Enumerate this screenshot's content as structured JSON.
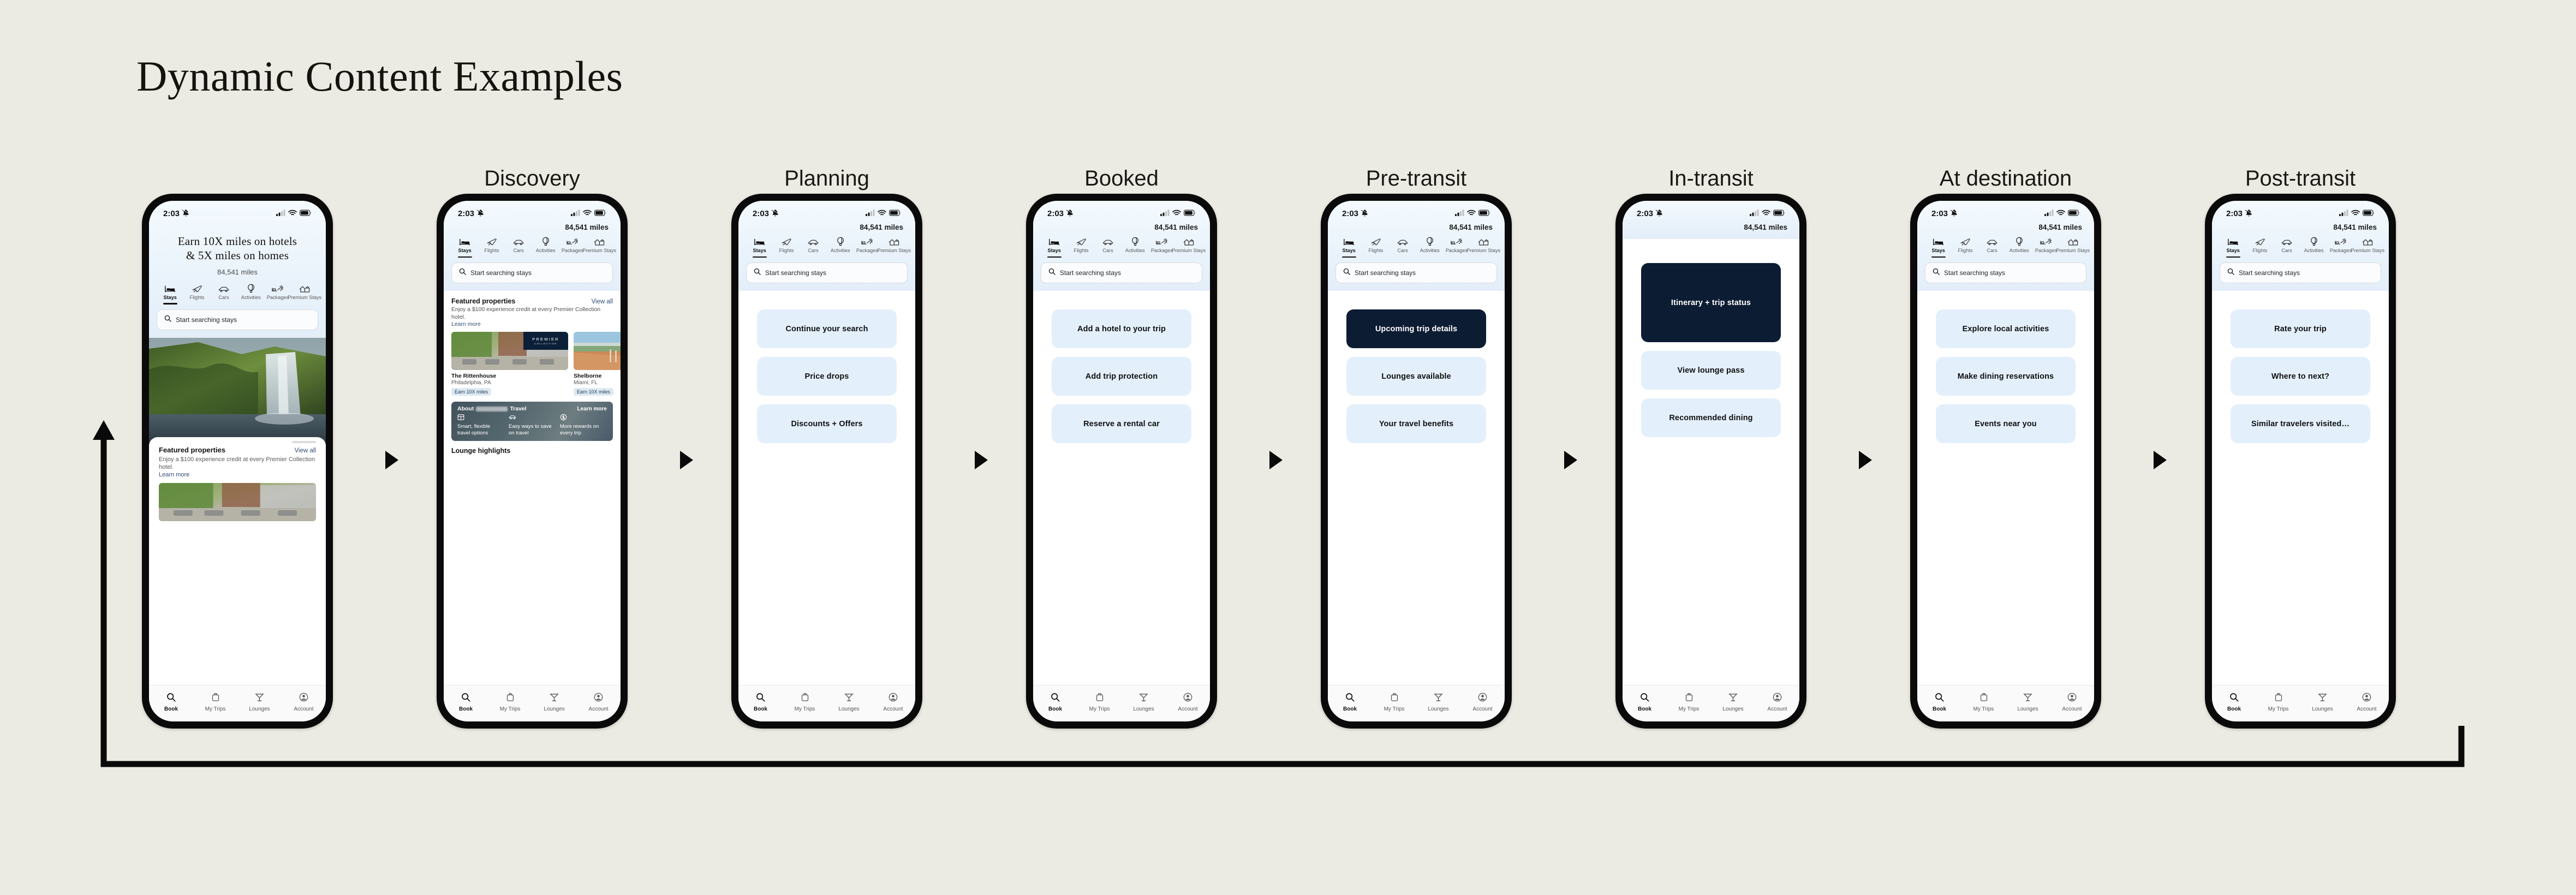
{
  "page": {
    "title": "Dynamic Content Examples",
    "background": "#ecebe3",
    "accent_dark": "#0b1c33",
    "chip_bg": "#e3f0fb"
  },
  "status_bar": {
    "time": "2:03",
    "silent_icon": "bell-slash-icon",
    "cellular_icon": "cellular-bars-icon",
    "wifi_icon": "wifi-icon",
    "battery_icon": "battery-icon"
  },
  "miles": {
    "balance": "84,541 miles",
    "balance_plain": "84,541 miles"
  },
  "hero": {
    "line1": "Earn 10X miles on hotels",
    "line2": "& 5X miles on homes",
    "miles": "84,541 miles"
  },
  "tabs": [
    {
      "label": "Stays",
      "icon": "bed-icon",
      "active": true
    },
    {
      "label": "Flights",
      "icon": "airplane-icon",
      "active": false
    },
    {
      "label": "Cars",
      "icon": "car-icon",
      "active": false
    },
    {
      "label": "Activities",
      "icon": "balloon-icon",
      "active": false
    },
    {
      "label": "Packages",
      "icon": "package-icon",
      "active": false
    },
    {
      "label": "Premium Stays",
      "icon": "premium-icon",
      "active": false
    }
  ],
  "search": {
    "placeholder": "Start searching stays",
    "icon": "search-icon"
  },
  "bottom_nav": [
    {
      "label": "Book",
      "icon": "search-icon",
      "active": true
    },
    {
      "label": "My Trips",
      "icon": "suitcase-icon",
      "active": false
    },
    {
      "label": "Lounges",
      "icon": "cocktail-icon",
      "active": false
    },
    {
      "label": "Account",
      "icon": "person-icon",
      "active": false
    }
  ],
  "featured": {
    "title": "Featured properties",
    "view_all": "View all",
    "subtitle": "Enjoy a $100 experience credit at every Premier Collection hotel.",
    "learn_more": "Learn more",
    "properties": [
      {
        "name": "The Rittenhouse",
        "city": "Philadelphia, PA",
        "pill": "Earn 10X miles",
        "badge_line1": "PREMIER",
        "badge_line2": "COLLECTION"
      },
      {
        "name": "Shelborne",
        "city": "Miami, FL",
        "pill": "Earn 10X miles",
        "badge_line1": "",
        "badge_line2": ""
      }
    ]
  },
  "about_banner": {
    "title_prefix": "About",
    "title_suffix": "Travel",
    "learn_more": "Learn more",
    "columns": [
      {
        "icon": "window-icon",
        "text": "Smart, flexible travel options"
      },
      {
        "icon": "savings-icon",
        "text": "Easy ways to save on travel"
      },
      {
        "icon": "dollar-icon",
        "text": "More rewards on every trip"
      }
    ]
  },
  "lounge_highlights": {
    "title": "Lounge highlights"
  },
  "stages": [
    {
      "label": "",
      "kind": "home",
      "has_hero": true,
      "has_tabs": true,
      "has_search": true
    },
    {
      "label": "Discovery",
      "kind": "discovery",
      "has_hero": false,
      "has_tabs": true,
      "has_search": true
    },
    {
      "label": "Planning",
      "kind": "chips",
      "has_hero": false,
      "has_tabs": true,
      "has_search": true,
      "chips": [
        {
          "text": "Continue your search",
          "style": "light"
        },
        {
          "text": "Price drops",
          "style": "light"
        },
        {
          "text": "Discounts + Offers",
          "style": "light"
        }
      ]
    },
    {
      "label": "Booked",
      "kind": "chips",
      "has_hero": false,
      "has_tabs": true,
      "has_search": true,
      "chips": [
        {
          "text": "Add a hotel to your trip",
          "style": "light"
        },
        {
          "text": "Add trip protection",
          "style": "light"
        },
        {
          "text": "Reserve a rental car",
          "style": "light"
        }
      ]
    },
    {
      "label": "Pre-transit",
      "kind": "chips",
      "has_hero": false,
      "has_tabs": true,
      "has_search": true,
      "chips": [
        {
          "text": "Upcoming trip details",
          "style": "dark"
        },
        {
          "text": "Lounges available",
          "style": "light"
        },
        {
          "text": "Your travel benefits",
          "style": "light"
        }
      ]
    },
    {
      "label": "In-transit",
      "kind": "chips",
      "has_hero": false,
      "has_tabs": false,
      "has_search": false,
      "chips": [
        {
          "text": "Itinerary + trip status",
          "style": "dark-tall"
        },
        {
          "text": "View lounge pass",
          "style": "light"
        },
        {
          "text": "Recommended dining",
          "style": "light"
        }
      ]
    },
    {
      "label": "At destination",
      "kind": "chips",
      "has_hero": false,
      "has_tabs": true,
      "has_search": true,
      "chips": [
        {
          "text": "Explore local activities",
          "style": "light"
        },
        {
          "text": "Make dining reservations",
          "style": "light"
        },
        {
          "text": "Events near you",
          "style": "light"
        }
      ]
    },
    {
      "label": "Post-transit",
      "kind": "chips",
      "has_hero": false,
      "has_tabs": true,
      "has_search": true,
      "chips": [
        {
          "text": "Rate your trip",
          "style": "light"
        },
        {
          "text": "Where to next?",
          "style": "light"
        },
        {
          "text": "Similar travelers visited…",
          "style": "light"
        }
      ]
    }
  ]
}
